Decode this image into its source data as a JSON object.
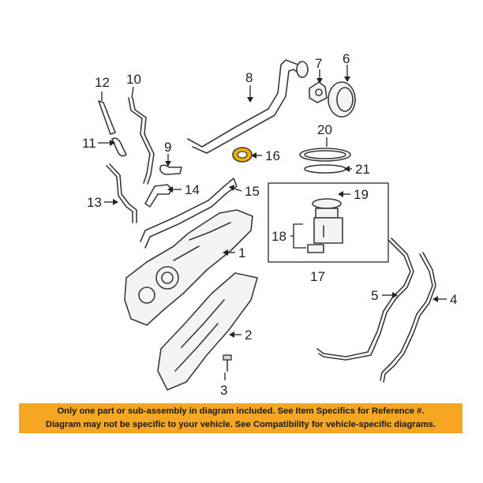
{
  "callouts": {
    "c1": "1",
    "c2": "2",
    "c3": "3",
    "c4": "4",
    "c5": "5",
    "c6": "6",
    "c7": "7",
    "c8": "8",
    "c9": "9",
    "c10": "10",
    "c11": "11",
    "c12": "12",
    "c13": "13",
    "c14": "14",
    "c15": "15",
    "c16": "16",
    "c17": "17",
    "c18": "18",
    "c19": "19",
    "c20": "20",
    "c21": "21"
  },
  "highlighted_part": "16",
  "colors": {
    "highlight": "#f5b000",
    "disclaimer_bg": "#f5a623"
  },
  "disclaimer": {
    "line1": "Only one part or sub-assembly in diagram included. See Item Specifics for Reference #.",
    "line2": "Diagram may not be specific to your vehicle. See Compatibility for vehicle-specific diagrams."
  }
}
